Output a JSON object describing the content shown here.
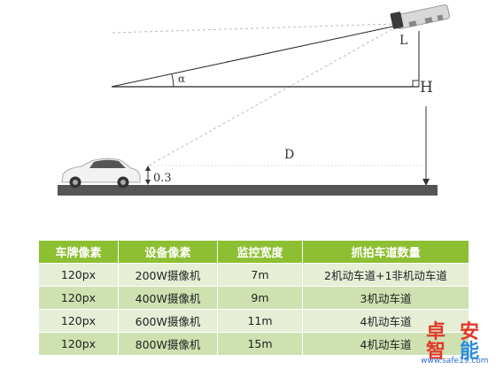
{
  "diagram": {
    "angle_label": "α",
    "l_label": "L",
    "h_label": "H",
    "d_label": "D",
    "height_label": "0.3"
  },
  "table": {
    "headers": [
      "车牌像素",
      "设备像素",
      "监控宽度",
      "抓拍车道数量"
    ],
    "rows": [
      [
        "120px",
        "200W摄像机",
        "7m",
        "2机动车道+1非机动车道"
      ],
      [
        "120px",
        "400W摄像机",
        "9m",
        "3机动车道"
      ],
      [
        "120px",
        "600W摄像机",
        "11m",
        "4机动车道"
      ],
      [
        "120px",
        "800W摄像机",
        "15m",
        "4机动车道"
      ]
    ]
  },
  "watermark": {
    "chars": [
      "卓",
      "安",
      "智",
      "能"
    ],
    "url": "www.safe19.com"
  },
  "colors": {
    "header_green": "#8cbf32",
    "row_light": "#e6efd6",
    "row_dark": "#cfe1b1",
    "ground": "#555555"
  }
}
